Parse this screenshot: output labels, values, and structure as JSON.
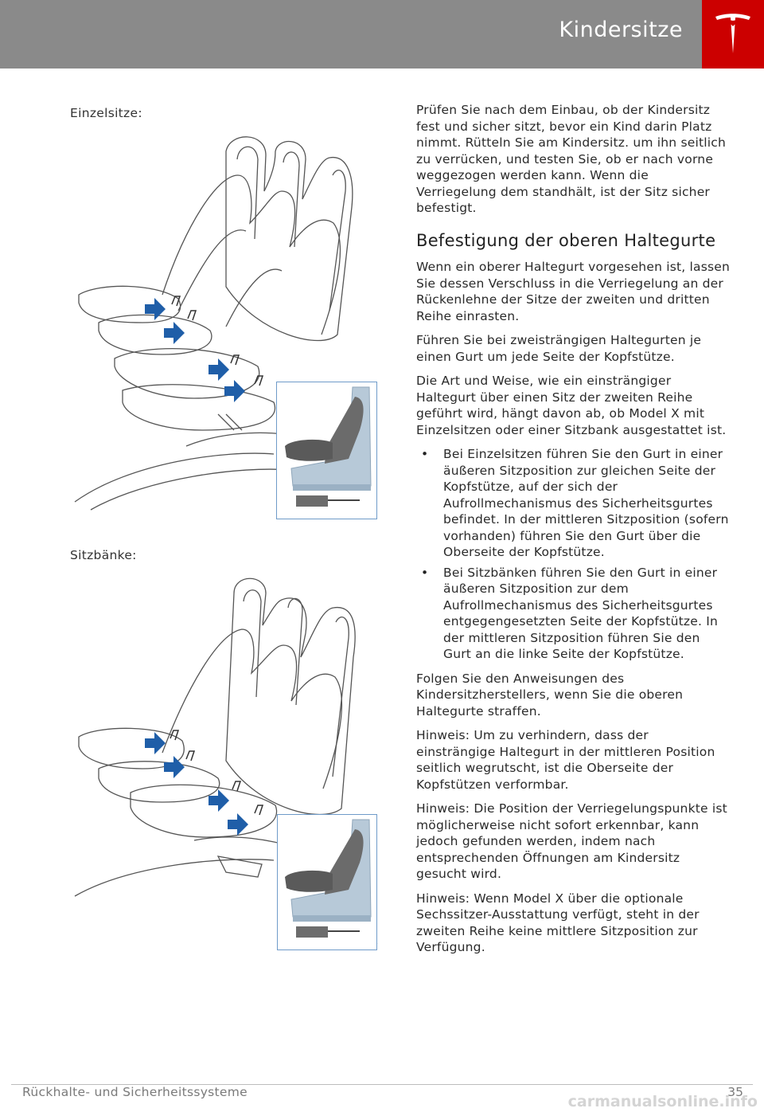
{
  "header": {
    "title": "Kindersitze",
    "logo_icon": "tesla-logo-icon",
    "bar_color": "#8a8a8a",
    "logo_color": "#cc0000"
  },
  "left": {
    "label_single": "Einzelsitze:",
    "label_bench": "Sitzbänke:",
    "arrow_color": "#1f5ea8"
  },
  "right": {
    "intro": "Prüfen Sie nach dem Einbau, ob der Kindersitz fest und sicher sitzt, bevor ein Kind darin Platz nimmt. Rütteln Sie am Kindersitz. um ihn seitlich zu verrücken, und testen Sie, ob er nach vorne weggezogen werden kann. Wenn die Verriegelung dem standhält, ist der Sitz sicher befestigt.",
    "heading": "Befestigung der oberen Haltegurte",
    "p1": "Wenn ein oberer Haltegurt vorgesehen ist, lassen Sie dessen Verschluss in die Verriegelung an der Rückenlehne der Sitze der zweiten und dritten Reihe einrasten.",
    "p2": "Führen Sie bei zweisträngigen Haltegurten je einen Gurt um jede Seite der Kopfstütze.",
    "p3": "Die Art und Weise, wie ein einsträngiger Haltegurt über einen Sitz der zweiten Reihe geführt wird, hängt davon ab, ob Model X mit Einzelsitzen oder einer Sitzbank ausgestattet ist.",
    "bullets": [
      "Bei Einzelsitzen führen Sie den Gurt in einer äußeren Sitzposition zur gleichen Seite der Kopfstütze, auf der sich der Aufrollmechanismus des Sicherheitsgurtes befindet. In der mittleren Sitzposition (sofern vorhanden) führen Sie den Gurt über die Oberseite der Kopfstütze.",
      "Bei Sitzbänken führen Sie den Gurt in einer äußeren Sitzposition zur dem Aufrollmechanismus des Sicherheitsgurtes entgegengesetzten Seite der Kopfstütze. In der mittleren Sitzposition führen Sie den Gurt an die linke Seite der Kopfstütze."
    ],
    "p4": "Folgen Sie den Anweisungen des Kindersitzherstellers, wenn Sie die oberen Haltegurte straffen.",
    "note1": "Hinweis: Um zu verhindern, dass der einsträngige Haltegurt in der mittleren Position seitlich wegrutscht, ist die Oberseite der Kopfstützen verformbar.",
    "note2": "Hinweis: Die Position der Verriegelungspunkte ist möglicherweise nicht sofort erkennbar, kann jedoch gefunden werden, indem nach entsprechenden Öffnungen am Kindersitz gesucht wird.",
    "note3": "Hinweis: Wenn Model X über die optionale Sechssitzer-Ausstattung verfügt, steht in der zweiten Reihe keine mittlere Sitzposition zur Verfügung."
  },
  "footer": {
    "section": "Rückhalte- und Sicherheitssysteme",
    "page": "35",
    "watermark": "carmanualsonline.info"
  }
}
